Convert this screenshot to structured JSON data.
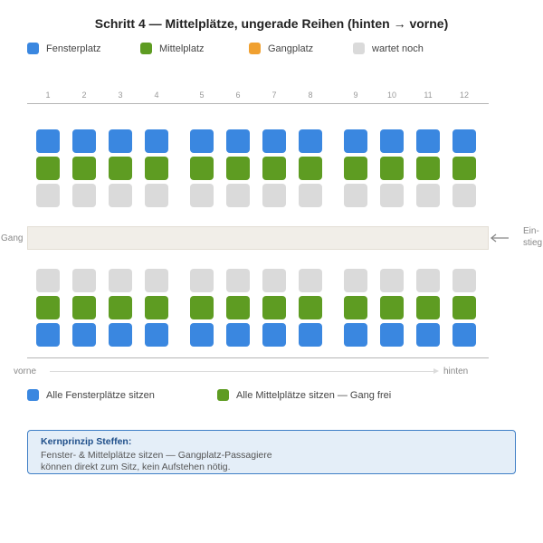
{
  "title": "Schritt 4 — Mittelplätze, ungerade Reihen (hinten → vorne)",
  "colors": {
    "window": "#3a87e0",
    "middle": "#5e9c22",
    "aisle_seat": "#f0a030",
    "waiting": "#dadada"
  },
  "legend": [
    {
      "key": "window",
      "label": "Fensterplatz"
    },
    {
      "key": "middle",
      "label": "Mittelplatz"
    },
    {
      "key": "aisle_seat",
      "label": "Gangplatz"
    },
    {
      "key": "waiting",
      "label": "wartet noch"
    }
  ],
  "columns": [
    "1",
    "2",
    "3",
    "4",
    "5",
    "6",
    "7",
    "8",
    "9",
    "10",
    "11",
    "12"
  ],
  "seat_rows_top": [
    "window",
    "middle",
    "waiting"
  ],
  "seat_rows_bottom": [
    "waiting",
    "middle",
    "window"
  ],
  "aisle_label": "Gang",
  "entry_label": "Ein-\nstieg",
  "direction": {
    "front": "vorne",
    "back": "hinten"
  },
  "status": [
    {
      "key": "window",
      "label": "Alle Fensterplätze sitzen"
    },
    {
      "key": "middle",
      "label": "Alle Mittelplätze sitzen — Gang frei"
    }
  ],
  "info": {
    "title": "Kernprinzip Steffen:",
    "line1": "Fenster- & Mittelplätze sitzen — Gangplatz-Passagiere",
    "line2": "können direkt zum Sitz, kein Aufstehen nötig."
  }
}
